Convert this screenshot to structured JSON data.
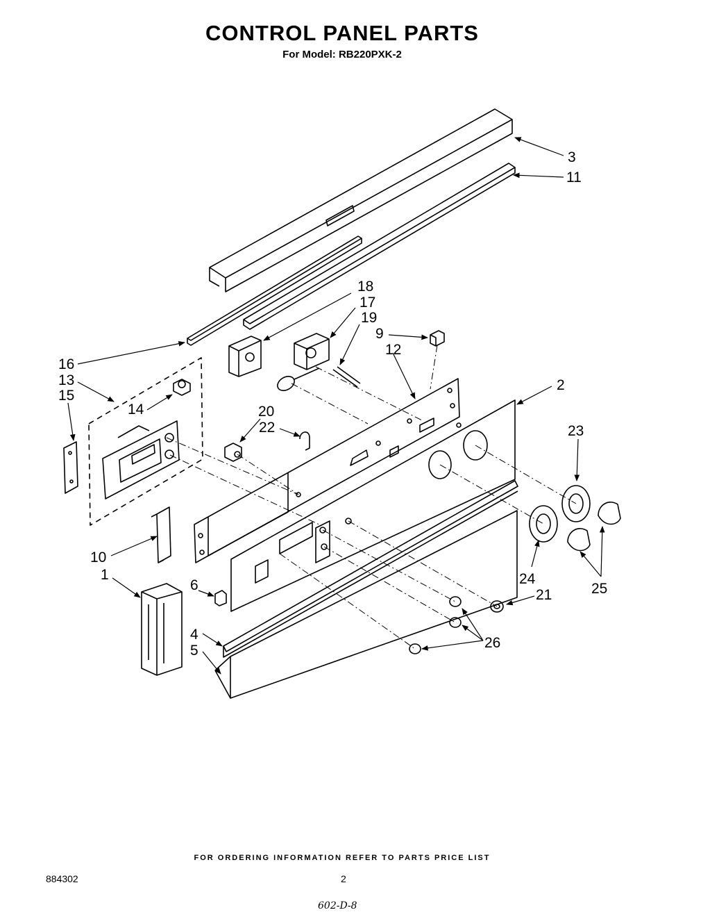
{
  "header": {
    "title": "CONTROL PANEL PARTS",
    "subtitle": "For Model: RB220PXK-2"
  },
  "callouts": {
    "c1": "1",
    "c2": "2",
    "c3": "3",
    "c4": "4",
    "c5": "5",
    "c6": "6",
    "c9": "9",
    "c10": "10",
    "c11": "11",
    "c12": "12",
    "c13": "13",
    "c14": "14",
    "c15": "15",
    "c16": "16",
    "c17": "17",
    "c18": "18",
    "c19": "19",
    "c20": "20",
    "c21": "21",
    "c22": "22",
    "c23": "23",
    "c24": "24",
    "c25": "25",
    "c26": "26"
  },
  "footer": {
    "ordering_note": "FOR ORDERING INFORMATION REFER TO PARTS PRICE LIST",
    "doc_number": "884302",
    "page_number": "2",
    "handwritten_note": "602-D-8"
  }
}
